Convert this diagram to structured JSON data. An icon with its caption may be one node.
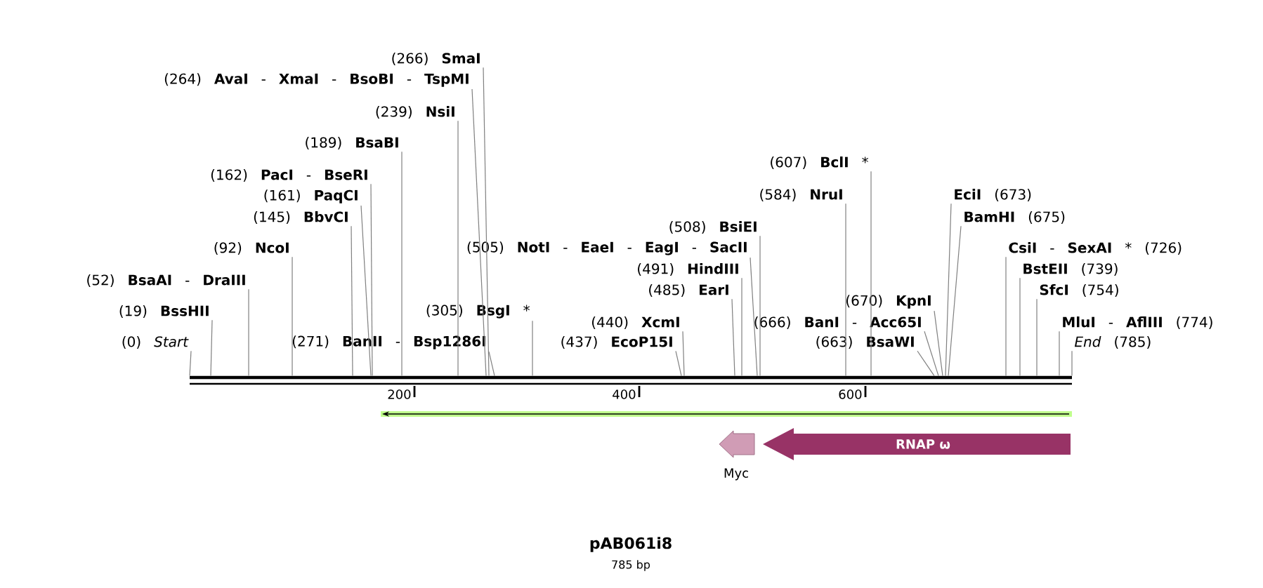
{
  "diagram": {
    "title": "pAB061i8",
    "nodes": [
      {
        "text": [],
        "shape": "bar",
        "beside": [
          "200",
          "400",
          "600"
        ]
      },
      {
        "text": [
          "(266) **SmaI**"
        ]
      },
      {
        "text": [
          "(264) **AvaI** - **XmaI** - **BsoBI** - **TspMI**"
        ]
      },
      {
        "text": [
          "(239) **NsiI**"
        ]
      },
      {
        "text": [
          "(189) **BsaBI**"
        ]
      },
      {
        "text": [
          "(162) **PacI** - **BseRI**"
        ]
      },
      {
        "text": [
          "(161) **PaqCI**"
        ]
      },
      {
        "text": [
          "(145) **BbvCI**"
        ]
      },
      {
        "text": [
          "(92) **NcoI**"
        ]
      },
      {
        "text": [
          "(52) **BsaAI** - **DraIII**"
        ]
      },
      {
        "text": [
          "(19) **BssHII**"
        ]
      },
      {
        "text": [
          "(0) *Start*"
        ]
      },
      {
        "text": [
          "(271) **BanII** - **Bsp1286I**"
        ]
      },
      {
        "text": [
          "(305) **BsgI** *"
        ]
      },
      {
        "text": [
          "(505) **NotI** - **EaeI** - **EagI** - **SacII**"
        ]
      },
      {
        "text": [
          "(508) **BsiEI**"
        ]
      },
      {
        "text": [
          "(491) **HindIII**"
        ]
      },
      {
        "text": [
          "(485) **EarI**"
        ]
      },
      {
        "text": [
          "(440) **XcmI**"
        ]
      },
      {
        "text": [
          "(437) **EcoP15I**"
        ]
      },
      {
        "text": [
          "(607) **BclI** *"
        ]
      },
      {
        "text": [
          "(584) **NruI**"
        ]
      },
      {
        "text": [
          "(670) **KpnI**"
        ]
      },
      {
        "text": [
          "(666) **BanI** - **Acc65I**"
        ]
      },
      {
        "text": [
          "(663) **BsaWI**"
        ]
      },
      {
        "text": [
          "**EciI** (673)"
        ]
      },
      {
        "text": [
          "**BamHI** (675)"
        ]
      },
      {
        "text": [
          "**CsiI** - **SexAI** * (726)"
        ]
      },
      {
        "text": [
          "**BstEII** (739)"
        ]
      },
      {
        "text": [
          "**SfcI** (754)"
        ]
      },
      {
        "text": [
          "**MluI** - **AflIII** (774)"
        ]
      },
      {
        "text": [
          "*End* (785)"
        ]
      },
      {
        "text": [
          "Myc"
        ]
      },
      {
        "text": [
          "RNAP ω"
        ]
      }
    ],
    "edges": [
      {
        "from": 1,
        "to": 0,
        "arrow": "none"
      },
      {
        "from": 2,
        "to": 0,
        "arrow": "none"
      },
      {
        "from": 3,
        "to": 0,
        "arrow": "none"
      },
      {
        "from": 4,
        "to": 0,
        "arrow": "none"
      },
      {
        "from": 5,
        "to": 0,
        "arrow": "none"
      },
      {
        "from": 6,
        "to": 0,
        "arrow": "none"
      },
      {
        "from": 7,
        "to": 0,
        "arrow": "none"
      },
      {
        "from": 8,
        "to": 0,
        "arrow": "none"
      },
      {
        "from": 9,
        "to": 0,
        "arrow": "none"
      },
      {
        "from": 10,
        "to": 0,
        "arrow": "none"
      },
      {
        "from": 11,
        "to": 0,
        "arrow": "none"
      },
      {
        "from": 12,
        "to": 0,
        "arrow": "none"
      },
      {
        "from": 13,
        "to": 0,
        "arrow": "none"
      },
      {
        "from": 14,
        "to": 0,
        "arrow": "none"
      },
      {
        "from": 15,
        "to": 0,
        "arrow": "none"
      },
      {
        "from": 16,
        "to": 0,
        "arrow": "none"
      },
      {
        "from": 17,
        "to": 0,
        "arrow": "none"
      },
      {
        "from": 18,
        "to": 0,
        "arrow": "none"
      },
      {
        "from": 19,
        "to": 0,
        "arrow": "none"
      },
      {
        "from": 20,
        "to": 0,
        "arrow": "none"
      },
      {
        "from": 21,
        "to": 0,
        "arrow": "none"
      },
      {
        "from": 22,
        "to": 0,
        "arrow": "none"
      },
      {
        "from": 23,
        "to": 0,
        "arrow": "none"
      },
      {
        "from": 24,
        "to": 0,
        "arrow": "none"
      },
      {
        "from": 25,
        "to": 0,
        "arrow": "none"
      },
      {
        "from": 26,
        "to": 0,
        "arrow": "none"
      },
      {
        "from": 27,
        "to": 0,
        "arrow": "none"
      },
      {
        "from": 28,
        "to": 0,
        "arrow": "none"
      },
      {
        "from": 29,
        "to": 0,
        "arrow": "none"
      },
      {
        "from": 30,
        "to": 0,
        "arrow": "none"
      },
      {
        "from": 31,
        "to": 0,
        "arrow": "none"
      }
    ],
    "labels": [
      "785 bp"
    ]
  }
}
